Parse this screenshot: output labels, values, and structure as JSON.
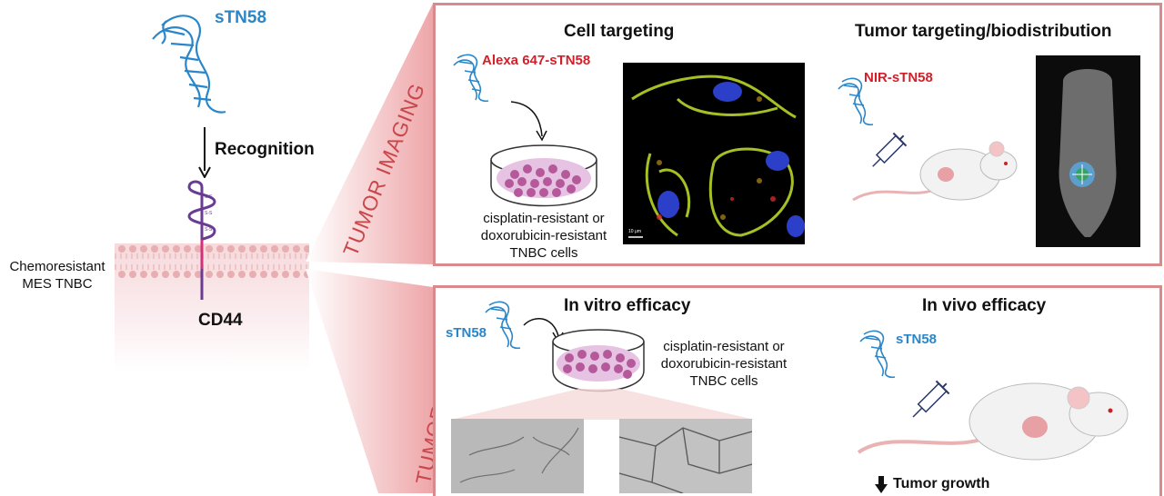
{
  "left": {
    "aptamer_label": "sTN58",
    "recognition_label": "Recognition",
    "cell_label": "Chemoresistant\nMES TNBC",
    "receptor_label": "CD44"
  },
  "imaging": {
    "section_label": "TUMOR IMAGING",
    "cell_targeting": {
      "title": "Cell targeting",
      "probe_label": "Alexa 647-sTN58",
      "cells_label": "cisplatin-resistant or\ndoxorubicin-resistant\nTNBC cells",
      "scale_label": "10 μm"
    },
    "tumor_targeting": {
      "title": "Tumor targeting/biodistribution",
      "probe_label": "NIR-sTN58"
    }
  },
  "therapy": {
    "section_label": "TUMOR THERAPY",
    "in_vitro": {
      "title": "In vitro efficacy",
      "probe_label": "sTN58",
      "cells_label": "cisplatin-resistant or\ndoxorubicin-resistant\nTNBC cells"
    },
    "in_vivo": {
      "title": "In vivo efficacy",
      "probe_label": "sTN58",
      "outcome_label": "Tumor growth"
    }
  },
  "colors": {
    "panel_border": "#d88a8c",
    "aptamer_blue": "#2a86c8",
    "label_red": "#d2202a",
    "receptor_purple": "#6a3b93",
    "membrane_pink": "#f1c9cc"
  }
}
